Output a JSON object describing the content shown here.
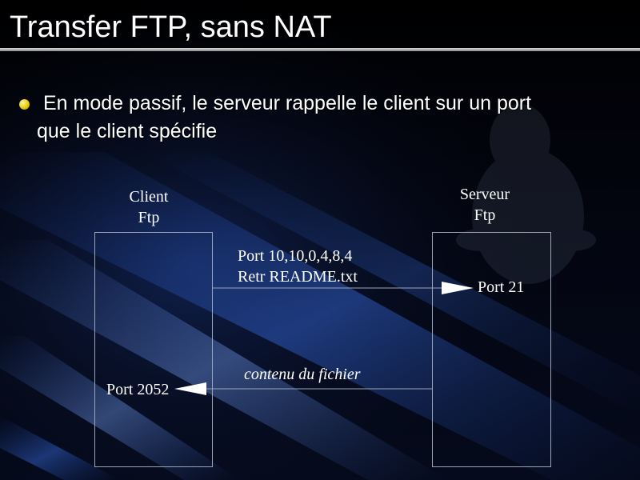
{
  "slide": {
    "title": "Transfer FTP, sans NAT",
    "bullet_line1": "En mode passif, le serveur rappelle le client sur un port",
    "bullet_line2": "que le client spécifie"
  },
  "diagram": {
    "client_label_1": "Client",
    "client_label_2": "Ftp",
    "server_label_1": "Serveur",
    "server_label_2": "Ftp",
    "message_1_line1": "Port 10,10,0,4,8,4",
    "message_1_line2": "Retr README.txt",
    "server_port": "Port 21",
    "message_2": "contenu du fichier",
    "client_port": "Port 2052"
  },
  "colors": {
    "bullet": "#e0c800",
    "line": "#9aa4b8"
  }
}
